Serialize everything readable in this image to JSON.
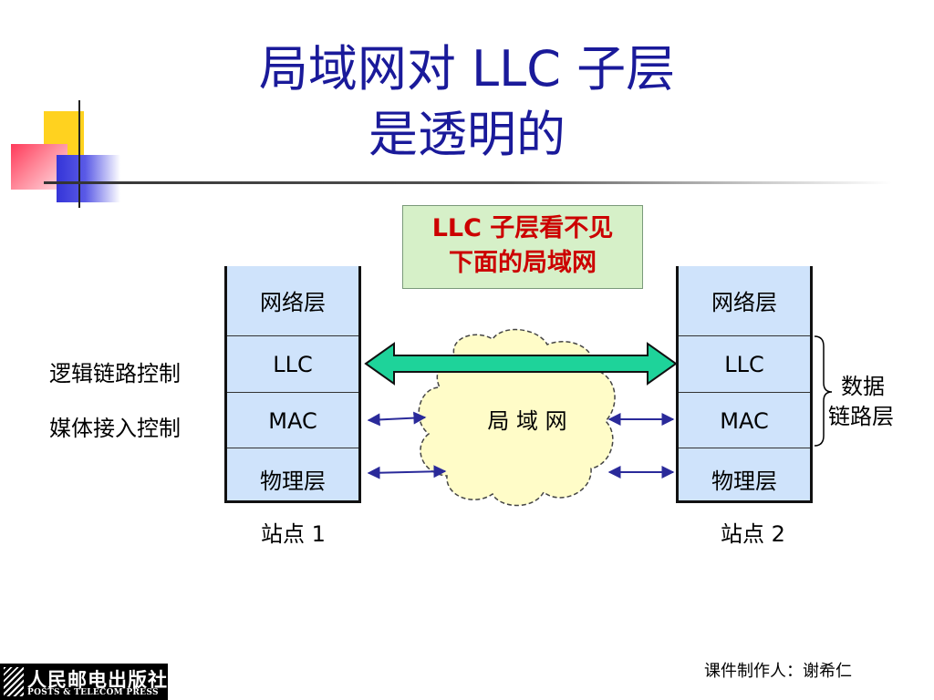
{
  "title_line1": "局域网对 LLC 子层",
  "title_line2": "是透明的",
  "callout_line1": "LLC 子层看不见",
  "callout_line2": "下面的局域网",
  "station1": {
    "layers": [
      "网络层",
      "LLC",
      "MAC",
      "物理层"
    ],
    "label": "站点 1"
  },
  "station2": {
    "layers": [
      "网络层",
      "LLC",
      "MAC",
      "物理层"
    ],
    "label": "站点 2"
  },
  "left_labels": {
    "llc": "逻辑链路控制",
    "mac": "媒体接入控制"
  },
  "cloud_label": "局 域 网",
  "right_brace_line1": "数据",
  "right_brace_line2": "链路层",
  "footer": "课件制作人：谢希仁",
  "publisher_cn": "人民邮电出版社",
  "publisher_en": "POSTS & TELECOM PRESS",
  "colors": {
    "title": "#1a1a9a",
    "callout_bg": "#d6f0c8",
    "callout_text": "#cc0000",
    "stack_bg": "#cfe3fb",
    "arrow_fill": "#1ed39a",
    "cloud_fill": "#fffcc8",
    "small_arrow": "#2a2a9a"
  }
}
